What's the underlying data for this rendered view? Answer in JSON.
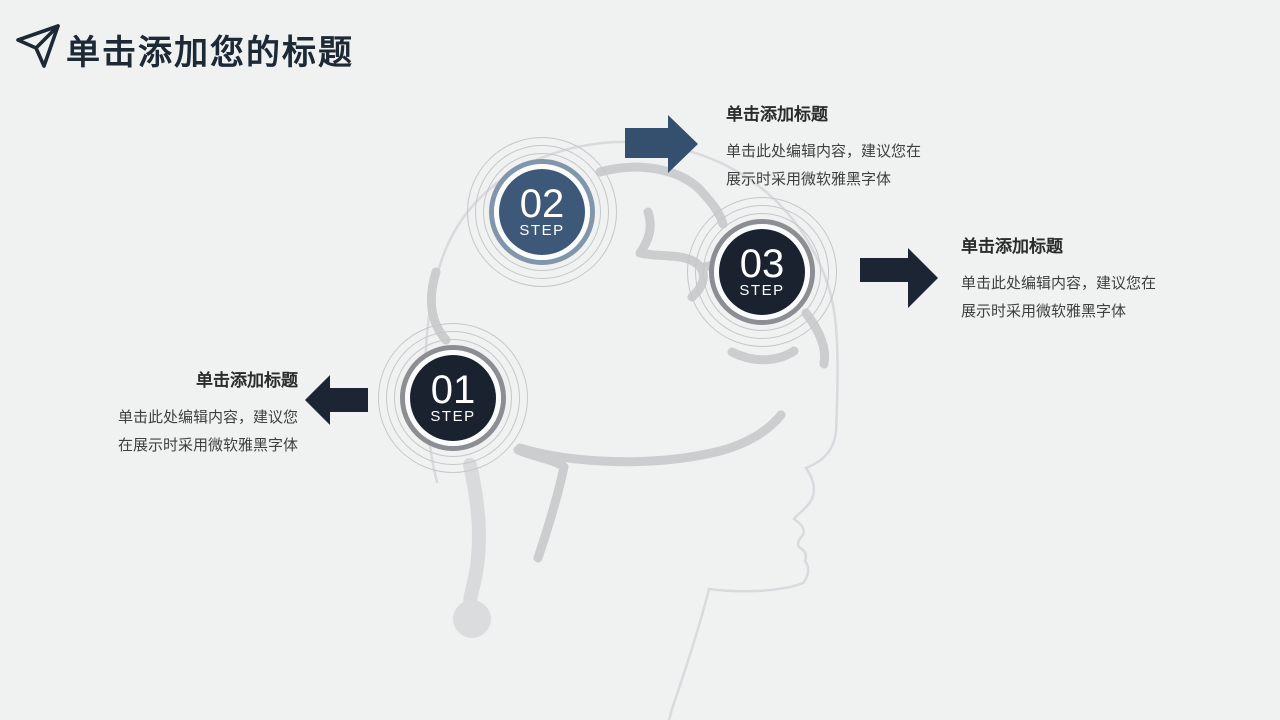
{
  "slide": {
    "title": "单击添加您的标题",
    "background": "#f0f1f1",
    "title_color": "#1d2935"
  },
  "graphic": {
    "head_outline": "#d8dade",
    "brain_stroke": "#cbcdcf",
    "cord_stroke": "#d9dadb",
    "dot_fill": "#dadcdd",
    "thin_ring": "#c5c7c9",
    "gap_ring": "#fafbfb"
  },
  "steps": [
    {
      "number": "01",
      "label": "STEP",
      "heading": "单击添加标题",
      "body_line1": "单击此处编辑内容，建议您",
      "body_line2": "在展示时采用微软雅黑字体",
      "circle_fill": "#1a2230",
      "ring_color": "#8b8e93",
      "arrow_color": "#1b2533",
      "arrow_direction": "left"
    },
    {
      "number": "02",
      "label": "STEP",
      "heading": "单击添加标题",
      "body_line1": "单击此处编辑内容，建议您在",
      "body_line2": "展示时采用微软雅黑字体",
      "circle_fill": "#3d5878",
      "ring_color": "#8296ab",
      "arrow_color": "#35506e",
      "arrow_direction": "right"
    },
    {
      "number": "03",
      "label": "STEP",
      "heading": "单击添加标题",
      "body_line1": "单击此处编辑内容，建议您在",
      "body_line2": "展示时采用微软雅黑字体",
      "circle_fill": "#1a2230",
      "ring_color": "#8b8e93",
      "arrow_color": "#1b2533",
      "arrow_direction": "right"
    }
  ]
}
